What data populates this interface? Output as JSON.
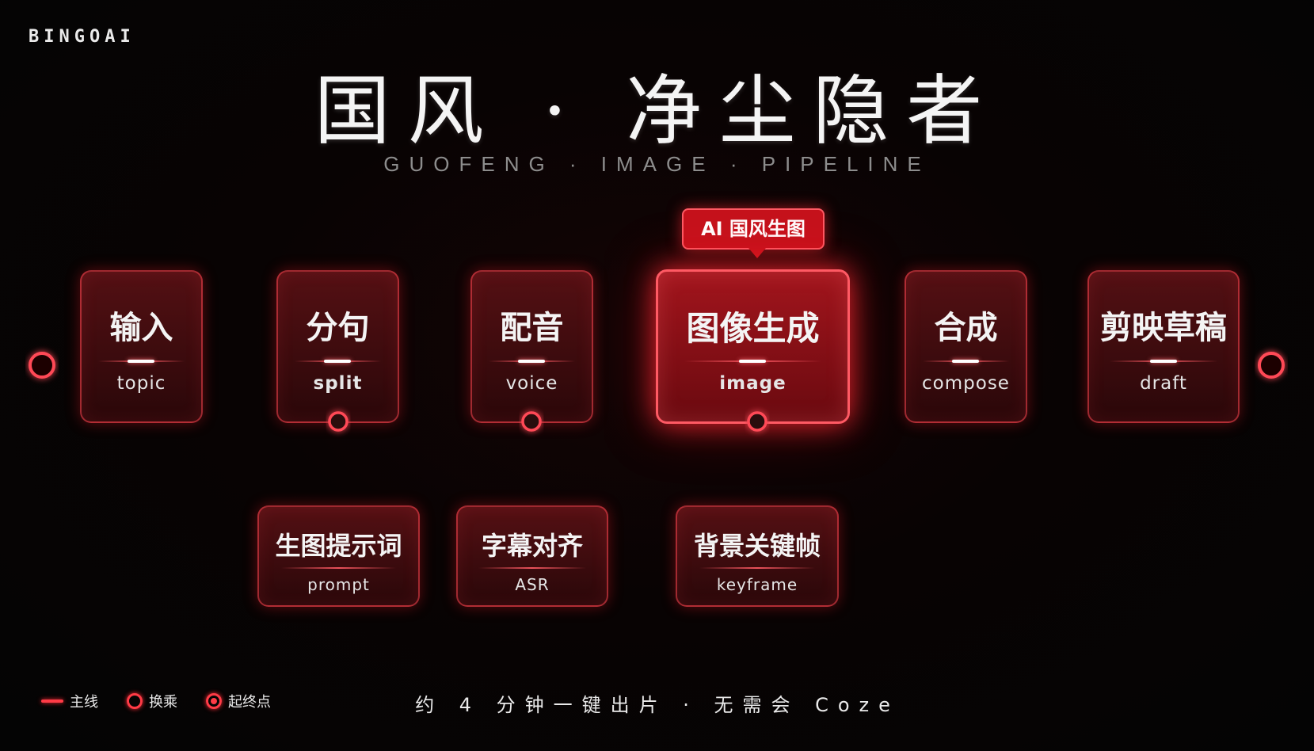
{
  "brand": "BINGOAI",
  "title": "国风 · 净尘隐者",
  "subtitle": "GUOFENG · IMAGE · PIPELINE",
  "callout": "AI 国风生图",
  "main_nodes": [
    {
      "zh": "输入",
      "en": "topic"
    },
    {
      "zh": "分句",
      "en": "split"
    },
    {
      "zh": "配音",
      "en": "voice"
    },
    {
      "zh": "图像生成",
      "en": "image"
    },
    {
      "zh": "合成",
      "en": "compose"
    },
    {
      "zh": "剪映草稿",
      "en": "draft"
    }
  ],
  "sub_nodes": [
    {
      "zh": "生图提示词",
      "en": "prompt"
    },
    {
      "zh": "字幕对齐",
      "en": "ASR"
    },
    {
      "zh": "背景关键帧",
      "en": "keyframe"
    }
  ],
  "legend": {
    "main_line": "主线",
    "transfer": "换乘",
    "endpoint": "起终点"
  },
  "footer": "约 4 分钟一键出片 · 无需会 Coze",
  "colors": {
    "accent": "#ff3b46",
    "accent_dark": "#c5121c",
    "background": "#050505"
  }
}
